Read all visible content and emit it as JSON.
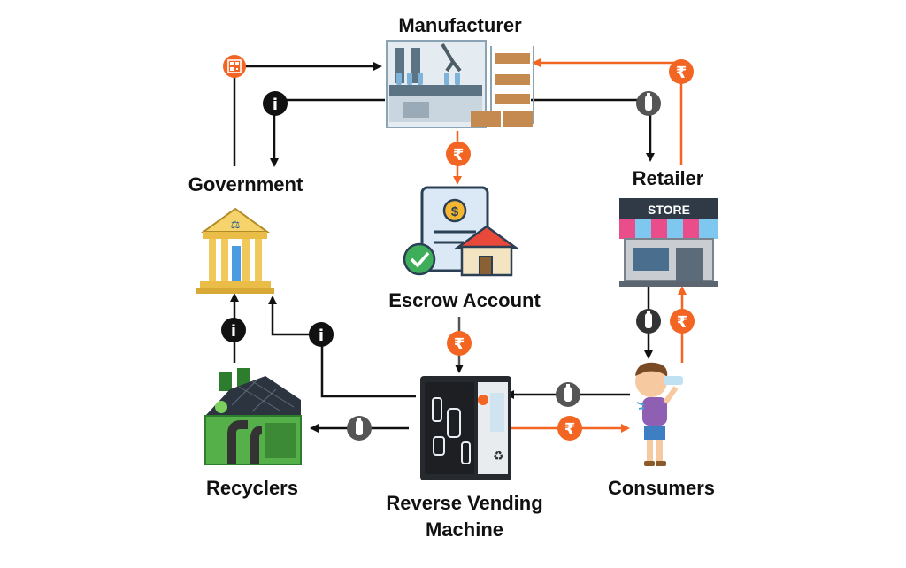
{
  "nodes": {
    "manufacturer": "Manufacturer",
    "government": "Government",
    "retailer": "Retailer",
    "escrow": "Escrow Account",
    "recyclers": "Recyclers",
    "rvm_line1": "Reverse Vending",
    "rvm_line2": "Machine",
    "consumers": "Consumers"
  },
  "icons": {
    "money": "rupee-icon",
    "info": "info-icon",
    "bottle": "bottle-icon",
    "qr": "qr-code-icon",
    "store_sign": "STORE"
  },
  "colors": {
    "money_flow": "#F26522",
    "info_flow": "#111111",
    "bottle_badge": "#555555"
  }
}
